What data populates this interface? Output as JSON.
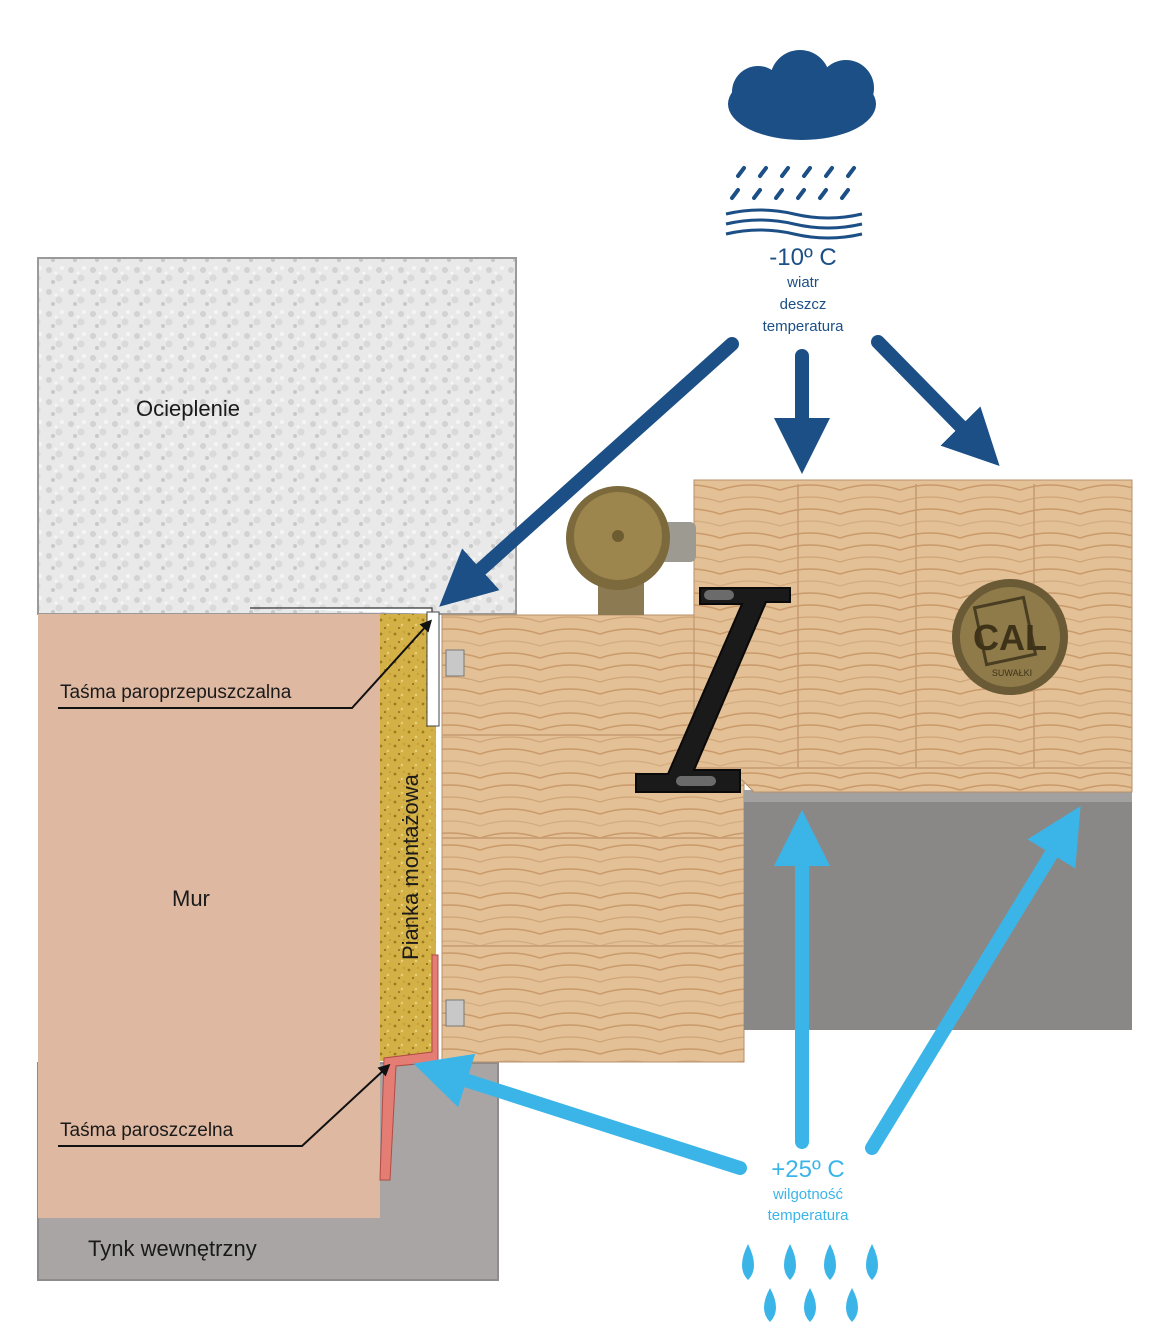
{
  "layers": {
    "insulation": "Ocieplenie",
    "wall": "Mur",
    "foam": "Pianka montażowa",
    "plaster": "Tynk wewnętrzny"
  },
  "tapes": {
    "permeable": "Taśma paroprzepuszczalna",
    "vapor_tight": "Taśma paroszczelna"
  },
  "exterior": {
    "temp": "-10º C",
    "lines": [
      "wiatr",
      "deszcz",
      "temperatura"
    ],
    "color": "#1b4f86"
  },
  "interior": {
    "temp": "+25º C",
    "lines": [
      "wilgotność",
      "temperatura"
    ],
    "color": "#3bb5e8"
  },
  "badge": {
    "brand": "CAL",
    "city": "SUWAŁKI"
  }
}
